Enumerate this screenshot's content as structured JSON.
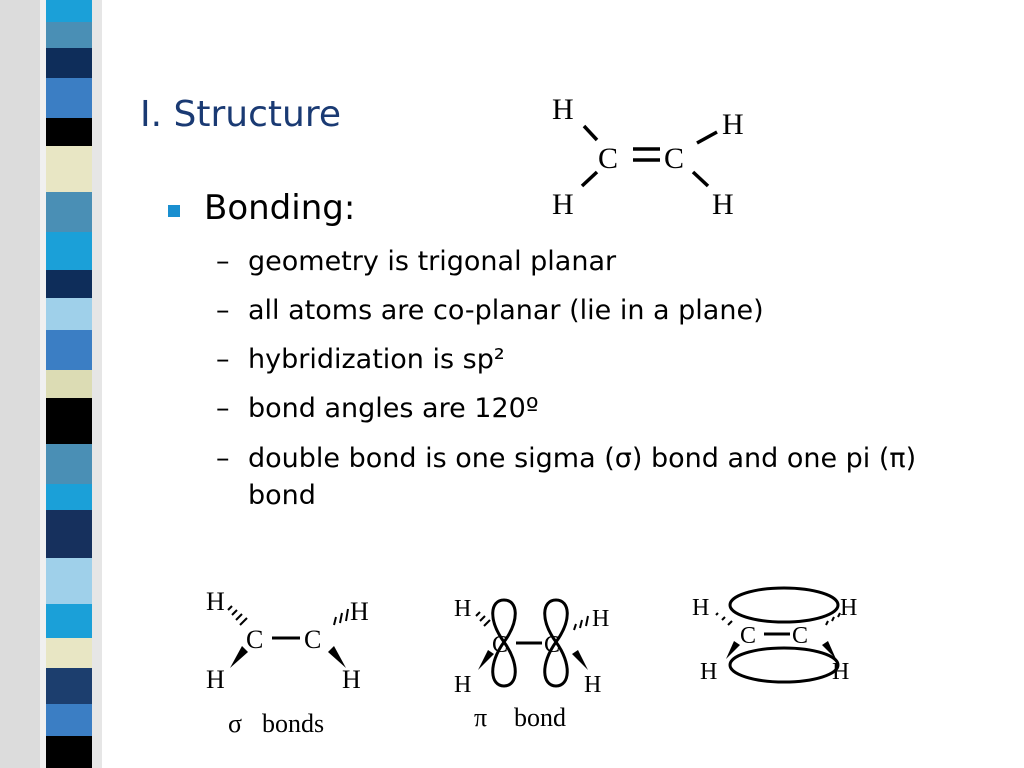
{
  "slide": {
    "title": "I.  Structure",
    "bullet": "Bonding:",
    "sub_items": [
      "geometry is trigonal planar",
      "all atoms are co-planar (lie in a plane)",
      "hybridization is sp²",
      "bond angles are 120º",
      "double bond is one sigma (σ) bond and one pi (π)"
    ],
    "sub_item_5_cont": "bond",
    "dash": "–"
  },
  "ethylene_top": {
    "c1": "C",
    "c2": "C",
    "h_tl": "H",
    "h_tr": "H",
    "h_bl": "H",
    "h_br": "H"
  },
  "sigma_diagram": {
    "c1": "C",
    "c2": "C",
    "h_tl": "H",
    "h_tr": "H",
    "h_bl": "H",
    "h_br": "H",
    "caption_symbol": "σ",
    "caption": "bonds"
  },
  "pi_diagram": {
    "c1": "C",
    "c2": "C",
    "h_tl": "H",
    "h_tr": "H",
    "h_bl": "H",
    "h_br": "H",
    "caption_symbol": "π",
    "caption": "bond"
  },
  "combined_diagram": {
    "c1": "C",
    "c2": "C",
    "h_tl": "H",
    "h_tr": "H",
    "h_bl": "H",
    "h_br": "H"
  },
  "colors": {
    "title": "#1a3a73",
    "bullet": "#1a8fd0",
    "stripes": [
      "#1c3e6e",
      "#4a8fb5",
      "#0e2d5a",
      "#9fd0ea",
      "#1ba0d8",
      "#000000",
      "#e8e6c4",
      "#16305d",
      "#3b7ec4",
      "#dcdcb4"
    ]
  }
}
